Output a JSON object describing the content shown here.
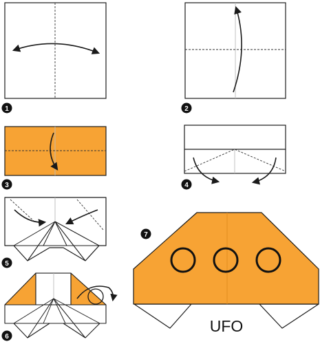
{
  "colors": {
    "paper": "#ffffff",
    "paper_colored": "#f7a334",
    "outline": "#1a1a1a",
    "fold_line": "#333333",
    "crease": "#bbbbbb",
    "badge": "#111111",
    "badge_text": "#ffffff"
  },
  "steps": [
    {
      "number": "1"
    },
    {
      "number": "2"
    },
    {
      "number": "3"
    },
    {
      "number": "4"
    },
    {
      "number": "5"
    },
    {
      "number": "6"
    },
    {
      "number": "7"
    }
  ],
  "result_label": "UFO"
}
